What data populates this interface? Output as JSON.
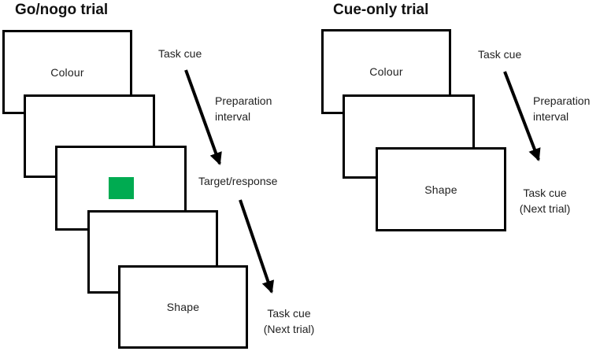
{
  "figure": {
    "description": "Task-switching experiment trial sequence diagram",
    "colors": {
      "stimulus_green": "#00AB51",
      "ink": "#000000",
      "background": "#ffffff"
    }
  },
  "left_trial": {
    "title": "Go/nogo trial",
    "frames": {
      "cue_label": "Colour",
      "final_cue_label": "Shape"
    },
    "annotations": {
      "task_cue": "Task cue",
      "preparation_line1": "Preparation",
      "preparation_line2": "interval",
      "target_response": "Target/response",
      "next_cue_line1": "Task cue",
      "next_cue_line2": "(Next trial)"
    }
  },
  "right_trial": {
    "title": "Cue-only trial",
    "frames": {
      "cue_label": "Colour",
      "final_cue_label": "Shape"
    },
    "annotations": {
      "task_cue": "Task cue",
      "preparation_line1": "Preparation",
      "preparation_line2": "interval",
      "next_cue_line1": "Task cue",
      "next_cue_line2": "(Next trial)"
    }
  }
}
